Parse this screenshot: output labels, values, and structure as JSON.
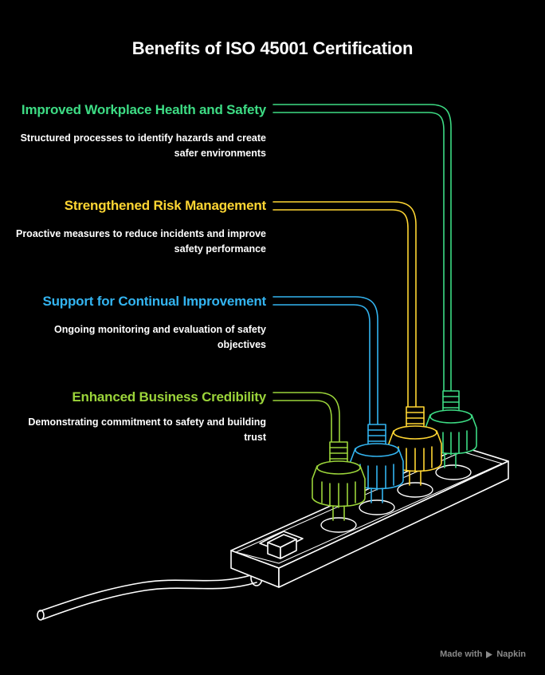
{
  "title": "Benefits of ISO 45001 Certification",
  "items": [
    {
      "heading": "Improved Workplace Health and Safety",
      "description": "Structured processes to identify hazards and create safer environments",
      "color": "#3ddc84"
    },
    {
      "heading": "Strengthened Risk Management",
      "description": "Proactive measures to reduce incidents and improve safety performance",
      "color": "#ffd633"
    },
    {
      "heading": "Support for Continual Improvement",
      "description": "Ongoing monitoring and evaluation of safety objectives",
      "color": "#33b4f0"
    },
    {
      "heading": "Enhanced Business Credibility",
      "description": "Demonstrating commitment to safety and building trust",
      "color": "#9bd43a"
    }
  ],
  "illustration": "power-strip-with-four-plugs",
  "credit": {
    "prefix": "Made with",
    "brand": "Napkin",
    "icon": "napkin-logo-icon"
  }
}
